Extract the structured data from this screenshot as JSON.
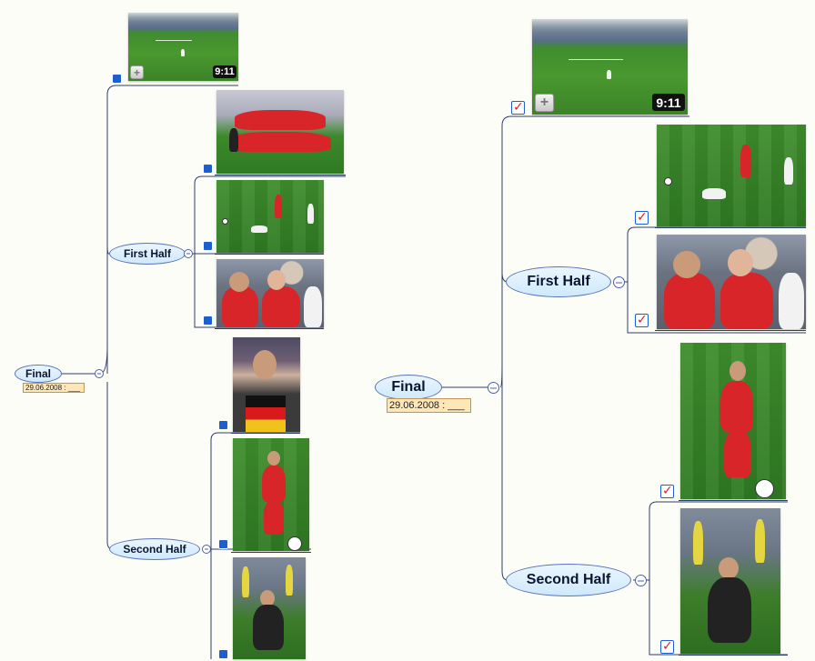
{
  "left_map": {
    "root": {
      "label": "Final",
      "date_note": "29.06.2008 : ___"
    },
    "first_half": {
      "label": "First Half"
    },
    "second_half": {
      "label": "Second Half"
    },
    "video": {
      "duration": "9:11"
    }
  },
  "right_map": {
    "root": {
      "label": "Final",
      "date_note": "29.06.2008 : ___"
    },
    "first_half": {
      "label": "First Half"
    },
    "second_half": {
      "label": "Second Half"
    },
    "video": {
      "duration": "9:11"
    }
  },
  "colors": {
    "connector": "#2f3d6a",
    "topic_border": "#5a72b8",
    "topic_fill": "#d6ecfb",
    "note_fill": "#fde7b6",
    "marker_blue": "#1e5fd0",
    "check_red": "#e02020"
  },
  "icons": {
    "video_plus": "plus-icon",
    "marker_left": "blue-square-marker-icon",
    "marker_right": "red-checkmark-icon"
  }
}
